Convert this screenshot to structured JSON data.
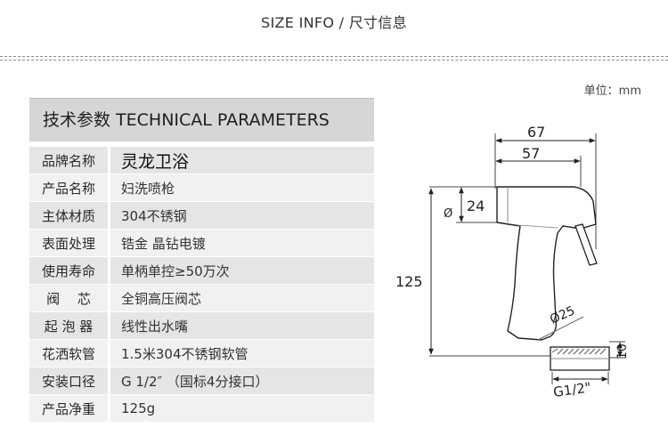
{
  "header": {
    "title": "SIZE INFO / 尺寸信息"
  },
  "unit_label": "单位：mm",
  "params": {
    "title": "技术参数 TECHNICAL PARAMETERS",
    "rows": [
      {
        "key": "品牌名称",
        "value": "灵龙卫浴"
      },
      {
        "key": "产品名称",
        "value": "妇洗喷枪"
      },
      {
        "key": "主体材质",
        "value": "304不锈钢"
      },
      {
        "key": "表面处理",
        "value": "锆金 晶钻电镀"
      },
      {
        "key": "使用寿命",
        "value": "单柄单控≥50万次"
      },
      {
        "key": "阀　 芯",
        "value": "全铜高压阀芯"
      },
      {
        "key": "起 泡 器",
        "value": "线性出水嘴"
      },
      {
        "key": "花洒软管",
        "value": "1.5米304不锈钢软管"
      },
      {
        "key": "安装口径",
        "value": "G 1/2″ （国标4分接口）"
      },
      {
        "key": "产品净重",
        "value": "125g"
      }
    ]
  },
  "drawing": {
    "dim_total_width": "67",
    "dim_body_width": "57",
    "dim_head_diameter": "24",
    "dim_head_diameter_symbol": "Ø",
    "dim_height": "125",
    "dim_neck_diameter": "Ø25",
    "dim_thread_height": "10",
    "dim_thread": "G1/2\""
  }
}
